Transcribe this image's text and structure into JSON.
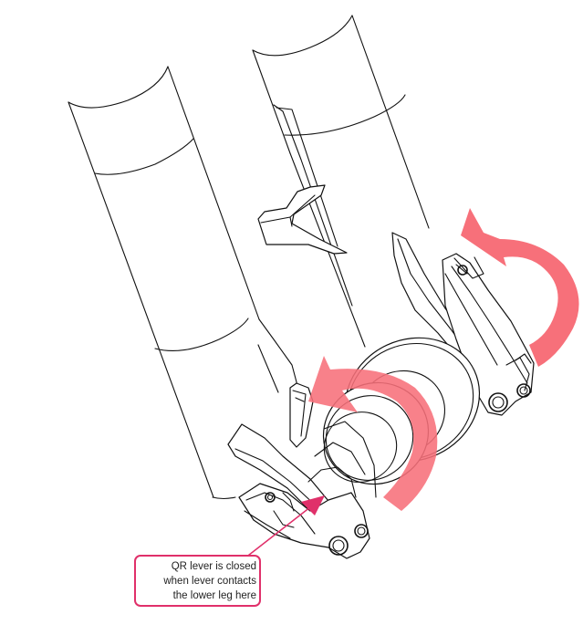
{
  "diagram": {
    "subject": "suspension fork lower legs with quick-release (QR) thru-axle levers",
    "rotation_arrows": [
      {
        "name": "rear-lever-rotation-arrow",
        "direction": "counter-clockwise",
        "color": "#f7707a"
      },
      {
        "name": "front-lever-rotation-arrow",
        "direction": "counter-clockwise",
        "color": "#f7707a",
        "opacity": 0.85
      }
    ],
    "callout": {
      "lines": [
        "QR lever is closed",
        "when lever contacts",
        "the lower leg here"
      ],
      "border_color": "#e0306a",
      "pointer_color": "#e0306a"
    },
    "colors": {
      "line_art": "#111111",
      "background": "#ffffff",
      "arrow_fill": "#f7707a",
      "callout_accent": "#e0306a"
    }
  }
}
